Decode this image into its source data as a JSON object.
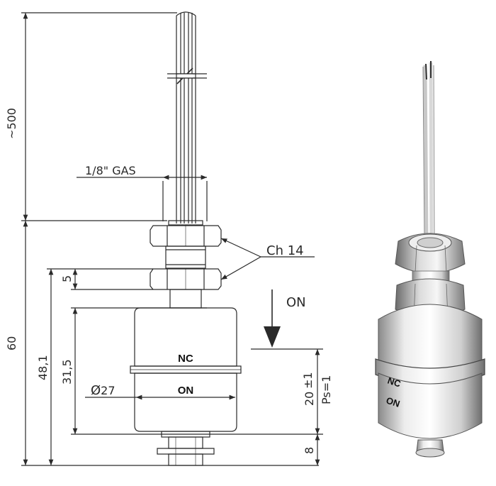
{
  "dimensions": {
    "cable_length": "~500",
    "overall_height": "60",
    "body_height": "48,1",
    "nut_thickness": "5",
    "float_height": "31,5",
    "diameter": "27",
    "travel": "20",
    "travel_tolerance": "±1",
    "specific_gravity": "Ps=1",
    "bottom_height": "8"
  },
  "labels": {
    "thread": "1/8\" GAS",
    "hex_size": "Ch 14",
    "direction": "ON",
    "float_top_mark": "NC",
    "float_bottom_mark": "ON"
  },
  "render_3d": {
    "top_mark": "NC",
    "bottom_mark": "ON"
  },
  "colors": {
    "line": "#2a2a2a",
    "metal_light": "#f4f4f4",
    "metal_dark": "#7a7a7a"
  }
}
